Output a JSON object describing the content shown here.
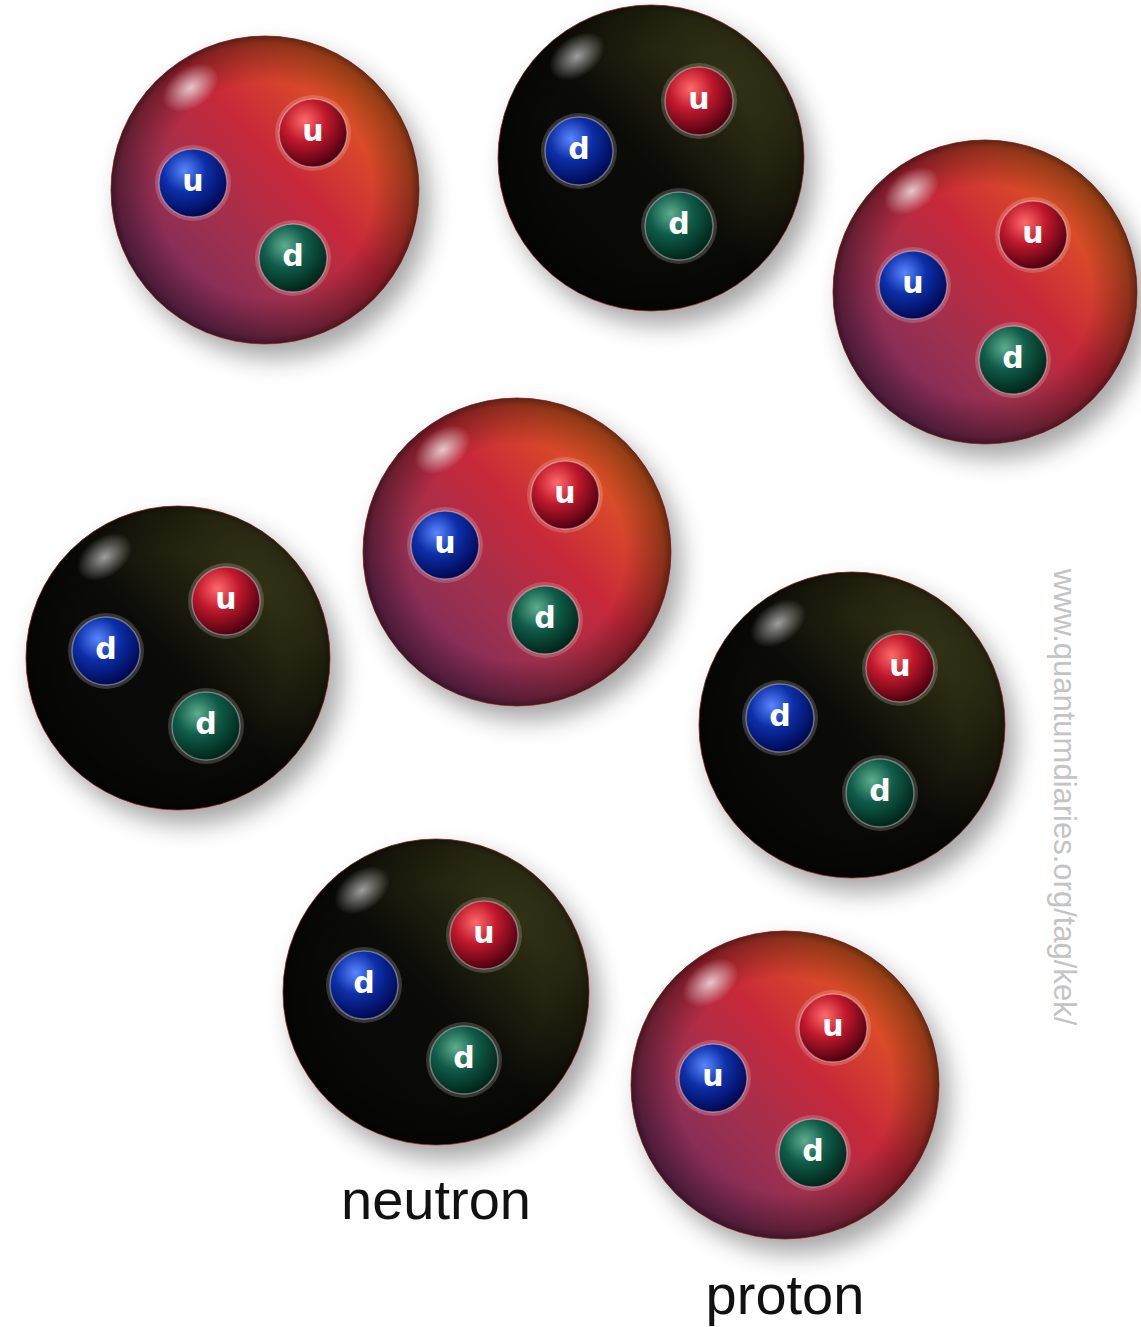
{
  "diagram": {
    "nodes": [
      {
        "text": []
      },
      {
        "text": [
          "u"
        ],
        "in": 0
      },
      {
        "text": [
          "u"
        ],
        "in": 0
      },
      {
        "text": [
          "d"
        ],
        "in": 0
      },
      {
        "text": []
      },
      {
        "text": [
          "u"
        ],
        "in": 4
      },
      {
        "text": [
          "d"
        ],
        "in": 4
      },
      {
        "text": [
          "d"
        ],
        "in": 4
      },
      {
        "text": []
      },
      {
        "text": [
          "u"
        ],
        "in": 8
      },
      {
        "text": [
          "u"
        ],
        "in": 8
      },
      {
        "text": [
          "d"
        ],
        "in": 8
      },
      {
        "text": []
      },
      {
        "text": [
          "u"
        ],
        "in": 12
      },
      {
        "text": [
          "d"
        ],
        "in": 12
      },
      {
        "text": [
          "d"
        ],
        "in": 12
      },
      {
        "text": []
      },
      {
        "text": [
          "u"
        ],
        "in": 16
      },
      {
        "text": [
          "u"
        ],
        "in": 16
      },
      {
        "text": [
          "d"
        ],
        "in": 16
      },
      {
        "text": []
      },
      {
        "text": [
          "u"
        ],
        "in": 20
      },
      {
        "text": [
          "d"
        ],
        "in": 20
      },
      {
        "text": [
          "d"
        ],
        "in": 20
      },
      {
        "text": [
          "neutron"
        ]
      },
      {
        "text": [
          "u"
        ],
        "in": 24
      },
      {
        "text": [
          "d"
        ],
        "in": 24
      },
      {
        "text": [
          "d"
        ],
        "in": 24
      },
      {
        "text": [
          "proton"
        ]
      },
      {
        "text": [
          "u"
        ],
        "in": 28
      },
      {
        "text": [
          "u"
        ],
        "in": 28
      },
      {
        "text": [
          "d"
        ],
        "in": 28
      }
    ],
    "labels": [
      "www.quantumdiaries.org/tag/kek/"
    ]
  }
}
